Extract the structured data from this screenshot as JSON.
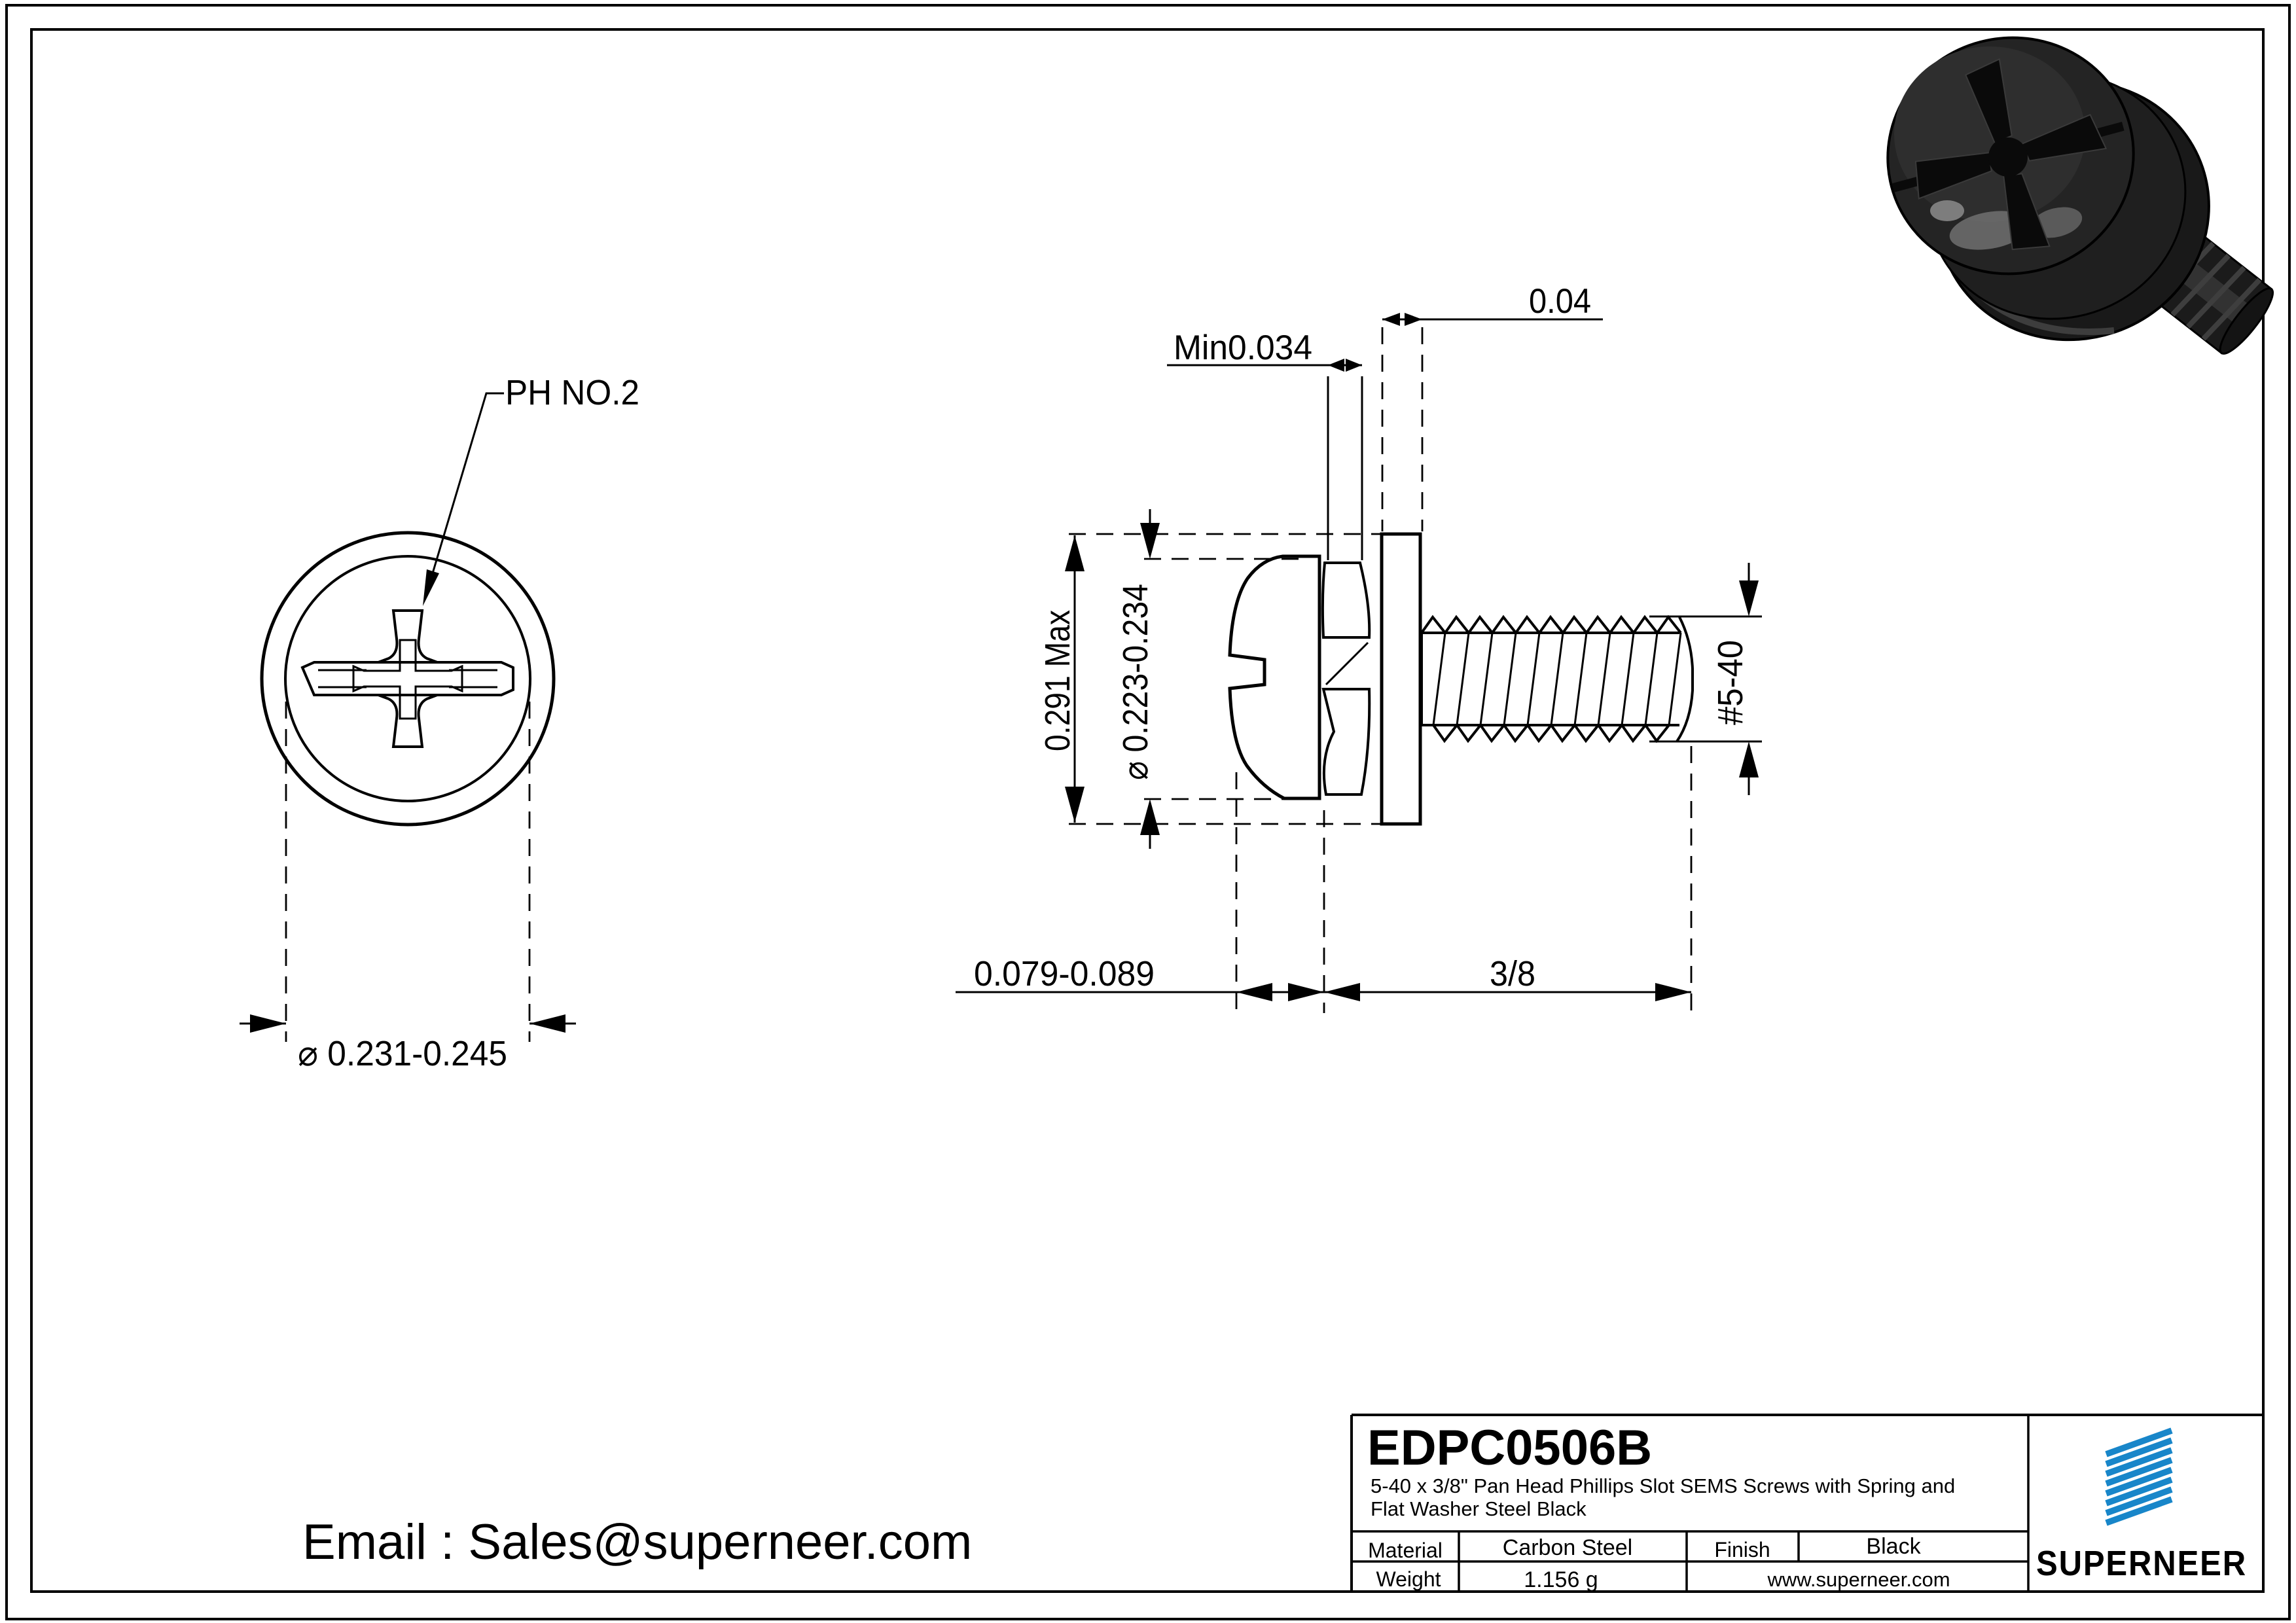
{
  "drawing": {
    "front_view": {
      "drive_label": "PH NO.2",
      "head_diameter": "⌀ 0.231-0.245"
    },
    "side_view": {
      "washer_od": "0.291 Max",
      "head_od": "⌀ 0.223-0.234",
      "spring_washer_thickness": "Min0.034",
      "flat_washer_thickness": "0.04",
      "head_height": "0.079-0.089",
      "thread_length": "3/8",
      "thread_size": "#5-40"
    }
  },
  "footer": {
    "email": "Email : Sales@superneer.com"
  },
  "title_block": {
    "part_number": "EDPC0506B",
    "description_line1": "5-40 x 3/8\" Pan Head Phillips Slot SEMS Screws with Spring and",
    "description_line2": "Flat Washer Steel Black",
    "material_label": "Material",
    "material_value": "Carbon Steel",
    "finish_label": "Finish",
    "finish_value": "Black",
    "weight_label": "Weight",
    "weight_value": "1.156 g",
    "website": "www.superneer.com",
    "brand": "SUPERNEER"
  },
  "colors": {
    "brand_blue": "#1886c9",
    "link_blue": "#2a9fd7",
    "line_black": "#000000"
  }
}
